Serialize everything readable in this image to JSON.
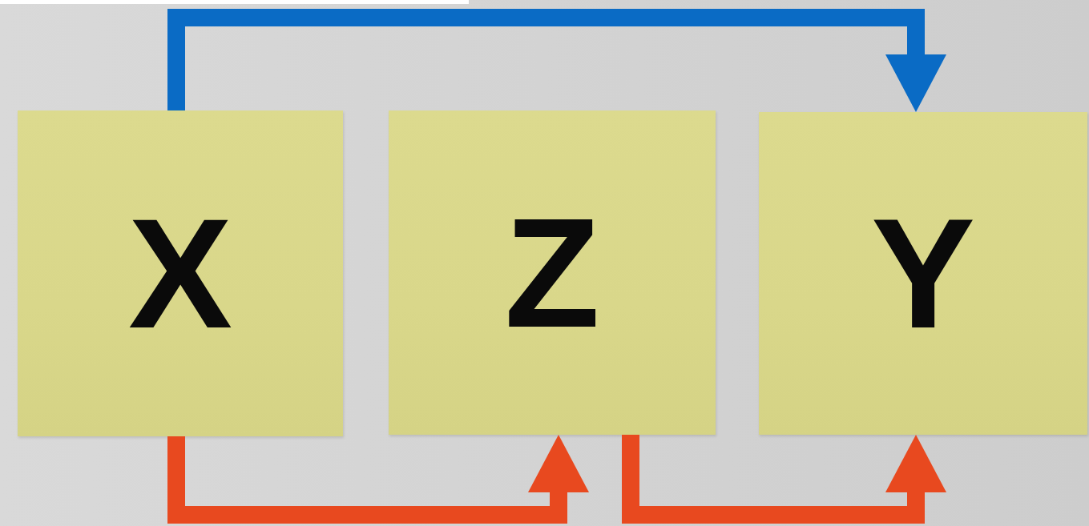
{
  "diagram": {
    "nodes": [
      {
        "text": [
          "X"
        ]
      },
      {
        "text": [
          "Z"
        ]
      },
      {
        "text": [
          "Y"
        ]
      }
    ],
    "edges": [
      {
        "from": 0,
        "to": 2,
        "arrow": "to"
      },
      {
        "from": 0,
        "to": 1,
        "arrow": "to"
      },
      {
        "from": 1,
        "to": 2,
        "arrow": "to"
      }
    ]
  }
}
